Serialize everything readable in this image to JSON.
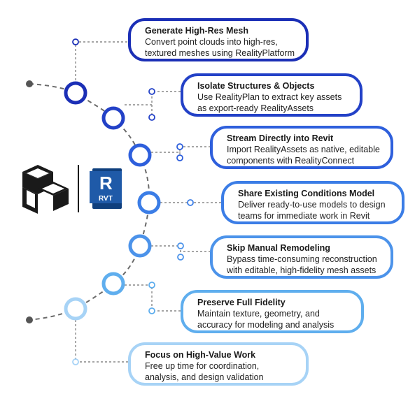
{
  "colors": {
    "step1": "#1b2fb6",
    "step2": "#2341c7",
    "step3": "#2e5fdc",
    "step4": "#3b7de6",
    "step5": "#4c93ea",
    "step6": "#5faeee",
    "step7": "#a7d3f6",
    "dash": "#6b6b6b",
    "revit_blue": "#1f5aa8",
    "logo_dark": "#1a1a1a"
  },
  "logos": {
    "revit_letter": "R",
    "revit_text": "RVT"
  },
  "steps": [
    {
      "title": "Generate High-Res Mesh",
      "desc": [
        "Convert point clouds into high-res,",
        "textured meshes using RealityPlatform"
      ]
    },
    {
      "title": "Isolate Structures & Objects",
      "desc": [
        "Use RealityPlan to extract key assets",
        "as export-ready RealityAssets"
      ]
    },
    {
      "title": "Stream Directly into Revit",
      "desc": [
        "Import RealityAssets as native, editable",
        "components with RealityConnect"
      ]
    },
    {
      "title": "Share Existing Conditions Model",
      "desc": [
        "Deliver ready-to-use models to design",
        "teams for immediate work in Revit"
      ]
    },
    {
      "title": "Skip Manual Remodeling",
      "desc": [
        "Bypass time-consuming reconstruction",
        "with editable, high-fidelity mesh assets"
      ]
    },
    {
      "title": "Preserve Full Fidelity",
      "desc": [
        "Maintain texture, geometry, and",
        "accuracy for modeling and analysis"
      ]
    },
    {
      "title": "Focus on High-Value Work",
      "desc": [
        "Free up time for coordination,",
        "analysis, and design validation"
      ]
    }
  ]
}
